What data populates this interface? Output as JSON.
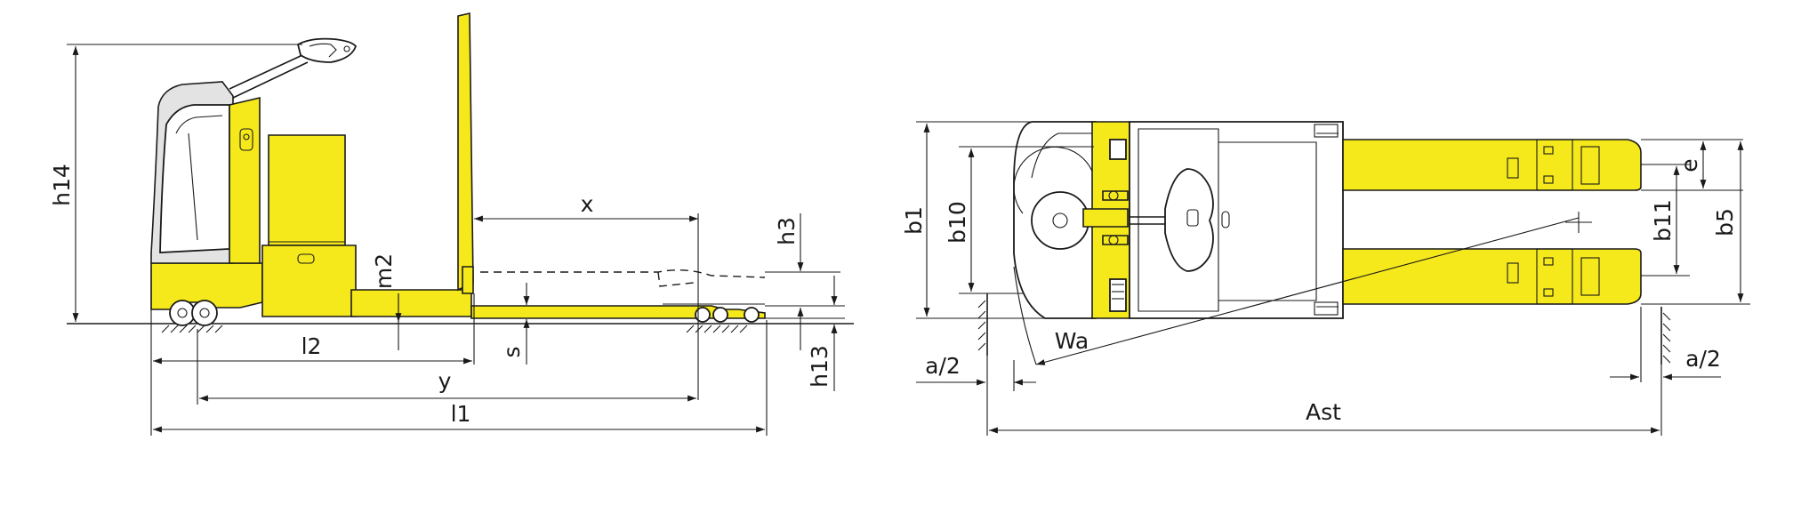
{
  "colors": {
    "body_yellow": "#f5e81b",
    "line": "#1a1a1a",
    "background": "#ffffff"
  },
  "side_view": {
    "labels": {
      "h14": "h14",
      "m2": "m2",
      "x": "x",
      "h3": "h3",
      "s": "s",
      "l2": "l2",
      "y": "y",
      "l1": "l1",
      "h13": "h13"
    }
  },
  "top_view": {
    "labels": {
      "b1": "b1",
      "b10": "b10",
      "wa": "Wa",
      "a2_left": "a/2",
      "a2_right": "a/2",
      "ast": "Ast",
      "e": "e",
      "b11": "b11",
      "b5": "b5"
    }
  }
}
